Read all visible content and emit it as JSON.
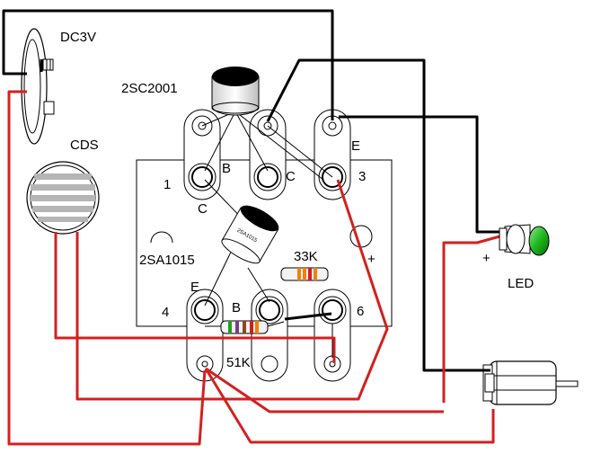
{
  "labels": {
    "battery": "DC3V",
    "npn_transistor": "2SC2001",
    "cds": "CDS",
    "pnp_transistor": "2SA1015",
    "pnp_marking": "2SA1015",
    "resistor_33k": "33K",
    "resistor_51k": "51K",
    "led": "LED",
    "plus_board": "+",
    "plus_led": "+",
    "pin1": "1",
    "pin3": "3",
    "pin4": "4",
    "pin6": "6",
    "upper_b": "B",
    "upper_c": "C",
    "upper_e": "E",
    "lower_c": "C",
    "lower_e": "E",
    "lower_b": "B"
  },
  "colors": {
    "wire_black": "#000000",
    "wire_red": "#d42020",
    "led_green": "#1fb81f",
    "resistor_body": "#f2f2f2",
    "resistor_band_orange": "#f08010",
    "resistor_band_red": "#d02020",
    "resistor_band_green": "#20a020",
    "resistor_band_brown": "#8a4a20",
    "resistor_band_purple": "#7a3a8a"
  }
}
